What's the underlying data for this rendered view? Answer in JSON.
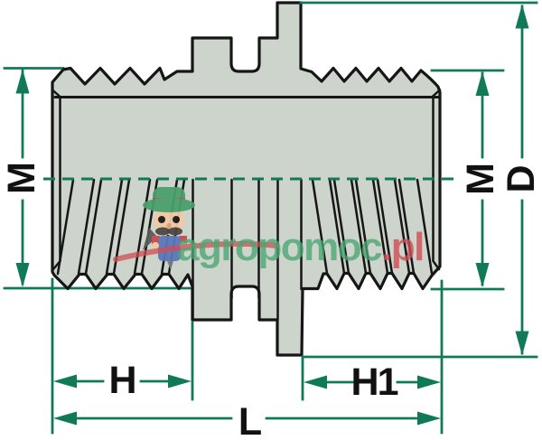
{
  "drawing": {
    "description": "Technical dimension drawing of a double-threaded pipe nipple fitting"
  },
  "labels": {
    "thread_left": "M",
    "thread_right": "M",
    "outer_diameter": "D",
    "left_thread_length": "H",
    "right_thread_length": "H1",
    "total_length": "L"
  },
  "watermark": {
    "text_green": "agropomoc",
    "text_red": ".pl",
    "mascot": "farmer-mascot-logo"
  },
  "colors": {
    "dim_green": "#107a58",
    "line_black": "#161616",
    "label_black": "#111111",
    "body_fill": "#ccd4cb",
    "wm_green": "#4aa773",
    "wm_red": "#d04d54"
  }
}
